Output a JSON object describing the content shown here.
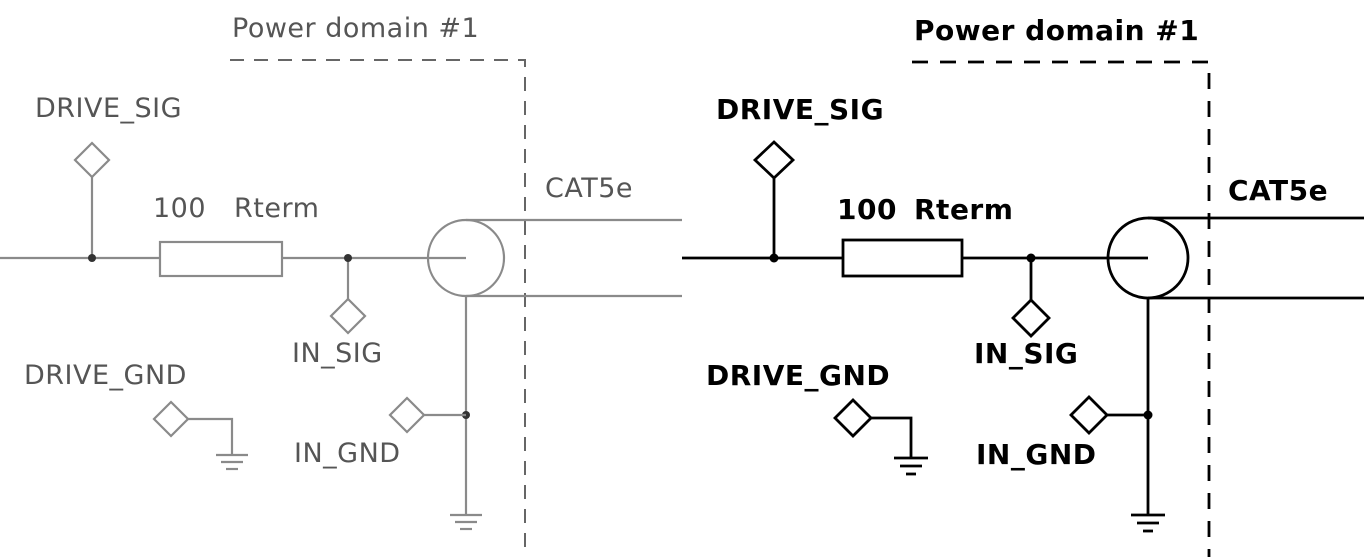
{
  "panels": [
    {
      "domain_label": "Power domain #1",
      "drive_sig": "DRIVE_SIG",
      "resistor_value": "100",
      "resistor_name": "Rterm",
      "cable": "CAT5e",
      "in_sig": "IN_SIG",
      "drive_gnd": "DRIVE_GND",
      "in_gnd": "IN_GND"
    },
    {
      "domain_label": "Power domain #1",
      "drive_sig": "DRIVE_SIG",
      "resistor_value": "100",
      "resistor_name": "Rterm",
      "cable": "CAT5e",
      "in_sig": "IN_SIG",
      "drive_gnd": "DRIVE_GND",
      "in_gnd": "IN_GND"
    }
  ]
}
